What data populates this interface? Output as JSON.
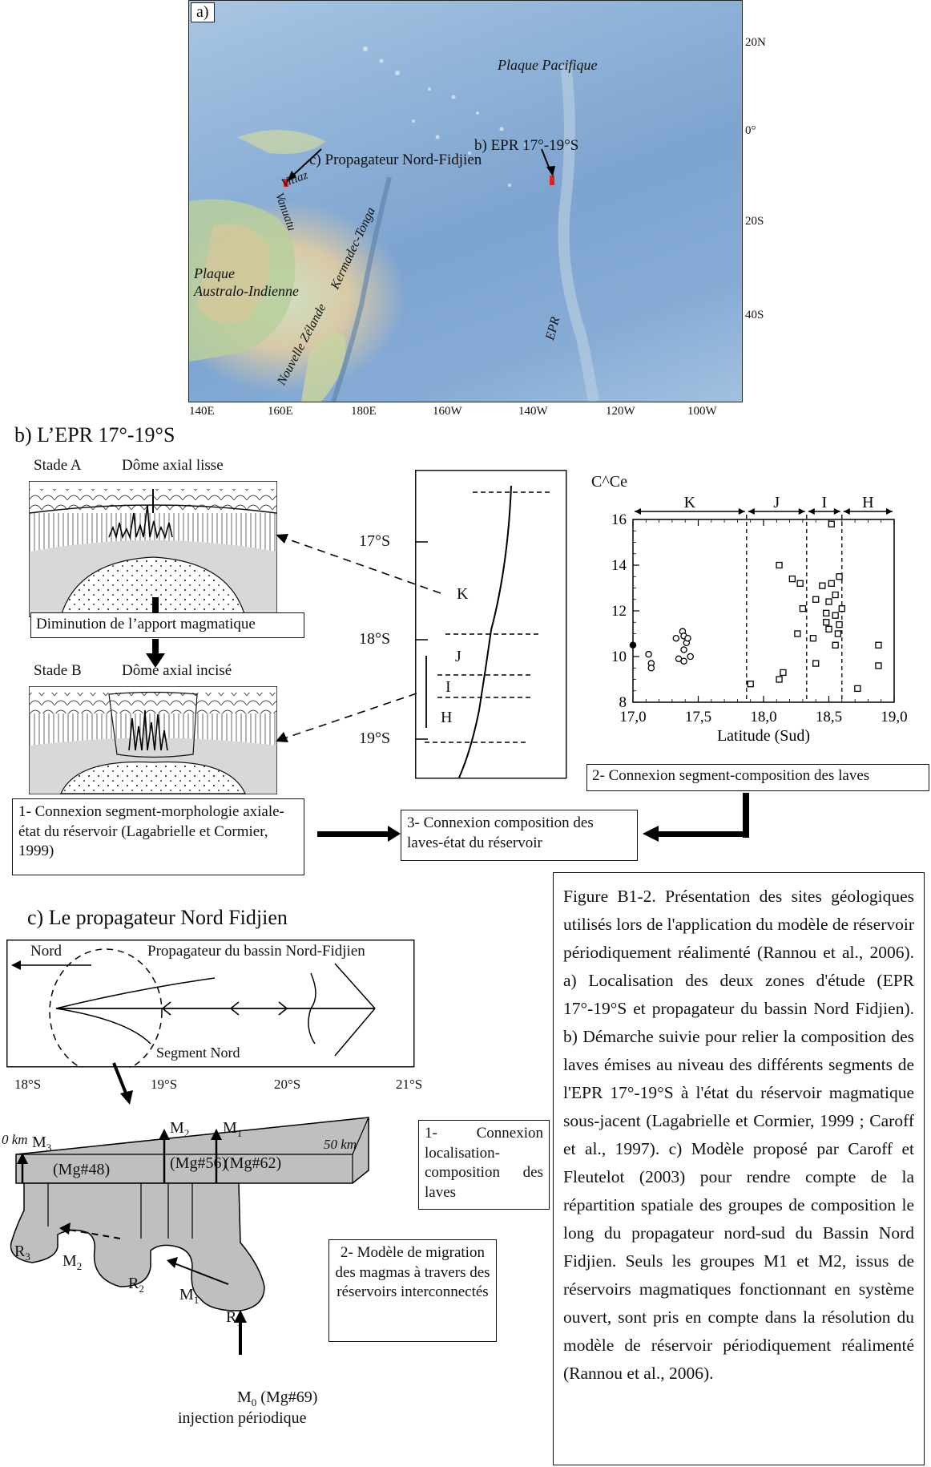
{
  "panel_a": {
    "tag": "a)",
    "labels": {
      "plaque_pacifique": "Plaque Pacifique",
      "epr_site": "b) EPR 17°-19°S",
      "propagateur": "c) Propagateur Nord-Fidjien",
      "vitiaz": "Vitiaz",
      "vanuatu": "Vanuatu",
      "kermadec": "Kermadec-Tonga",
      "nz": "Nouvelle Zélande",
      "plaque_aus": "Plaque",
      "plaque_aus2": "Australo-Indienne",
      "epr": "EPR"
    },
    "lat_ticks": [
      "20N",
      "0°",
      "20S",
      "40S"
    ],
    "lon_ticks": [
      "140E",
      "160E",
      "180E",
      "160W",
      "140W",
      "120W",
      "100W"
    ]
  },
  "panel_b": {
    "title": "b) L’EPR 17°-19°S",
    "stade_a": "Stade A",
    "dome_lisse": "Dôme axial lisse",
    "diminution": "Diminution de l’apport magmatique",
    "stade_b": "Stade B",
    "dome_incise": "Dôme axial incisé",
    "box1": "1- Connexion segment-morphologie axiale-état du réservoir (Lagabrielle et Cormier, 1999)",
    "box2": "2- Connexion segment-composition des laves",
    "box3": "3- Connexion composition des laves-état du réservoir",
    "lat_labels": [
      "17°S",
      "18°S",
      "19°S"
    ],
    "segments": [
      "K",
      "J",
      "I",
      "H"
    ]
  },
  "chart_data": {
    "type": "scatter",
    "ylabel": "C^Ce",
    "xlabel": "Latitude (Sud)",
    "xlim": [
      17.0,
      19.0
    ],
    "ylim": [
      8,
      16
    ],
    "xticks": [
      "17,0",
      "17,5",
      "18,0",
      "18,5",
      "19,0"
    ],
    "yticks": [
      "8",
      "10",
      "12",
      "14",
      "16"
    ],
    "segment_bounds": [
      17.87,
      18.33,
      18.6
    ],
    "segments": [
      "K",
      "J",
      "I",
      "H"
    ],
    "series": [
      {
        "name": "circles",
        "points": [
          [
            17.0,
            10.5
          ],
          [
            17.12,
            10.1
          ],
          [
            17.14,
            9.7
          ],
          [
            17.14,
            9.5
          ],
          [
            17.33,
            10.8
          ],
          [
            17.38,
            11.1
          ],
          [
            17.39,
            10.9
          ],
          [
            17.41,
            10.6
          ],
          [
            17.39,
            10.3
          ],
          [
            17.35,
            9.9
          ],
          [
            17.39,
            9.8
          ],
          [
            17.44,
            10.0
          ],
          [
            17.42,
            10.8
          ]
        ]
      },
      {
        "name": "squares",
        "points": [
          [
            17.9,
            8.8
          ],
          [
            18.12,
            9.0
          ],
          [
            18.15,
            9.3
          ],
          [
            18.12,
            14.0
          ],
          [
            18.22,
            13.4
          ],
          [
            18.28,
            13.2
          ],
          [
            18.26,
            11.0
          ],
          [
            18.3,
            12.1
          ],
          [
            18.38,
            10.8
          ],
          [
            18.4,
            12.5
          ],
          [
            18.4,
            9.7
          ],
          [
            18.45,
            13.1
          ],
          [
            18.48,
            11.9
          ],
          [
            18.48,
            11.5
          ],
          [
            18.5,
            12.4
          ],
          [
            18.5,
            11.2
          ],
          [
            18.52,
            15.8
          ],
          [
            18.52,
            13.2
          ],
          [
            18.55,
            12.7
          ],
          [
            18.55,
            11.8
          ],
          [
            18.57,
            11.0
          ],
          [
            18.58,
            13.5
          ],
          [
            18.58,
            11.4
          ],
          [
            18.55,
            10.5
          ],
          [
            18.72,
            8.6
          ],
          [
            18.88,
            10.5
          ],
          [
            18.88,
            9.6
          ],
          [
            18.6,
            12.1
          ]
        ]
      }
    ]
  },
  "panel_c": {
    "title": "c) Le propagateur Nord Fidjien",
    "nord": "Nord",
    "propagateur": "Propagateur du bassin Nord-Fidjien",
    "segment_nord": "Segment Nord",
    "lat_ticks": [
      "18°S",
      "19°S",
      "20°S",
      "21°S"
    ],
    "km0": "0 km",
    "km50": "50 km",
    "m3": "M",
    "m3s": "3",
    "m2": "M",
    "m2s": "2",
    "m1": "M",
    "m1s": "1",
    "mg48": "(Mg#48)",
    "mg56": "(Mg#56)",
    "mg62": "(Mg#62)",
    "r3": "R",
    "r3s": "3",
    "r2": "R",
    "r2s": "2",
    "r1": "R",
    "r1s": "1",
    "m2b": "M",
    "m2bs": "2",
    "m1b": "M",
    "m1bs": "1",
    "m0": "M",
    "m0s": "0",
    "m0rest": " (Mg#69)",
    "injection": "injection périodique",
    "box1": "1- Connexion localisation-composition des laves",
    "box2": "2- Modèle de migration des magmas à travers des réservoirs interconnectés"
  },
  "caption": "Figure B1-2. Présentation des sites géologiques utilisés lors de l'application du modèle de réservoir périodiquement réalimenté (Rannou et al., 2006). a) Localisation des deux zones d'étude (EPR 17°-19°S et propagateur du bassin Nord Fidjien). b) Démarche suivie pour relier la composition des laves émises au niveau des différents segments de l'EPR 17°-19°S à l'état du réservoir magmatique sous-jacent (Lagabrielle et Cormier, 1999 ; Caroff et al., 1997). c) Modèle proposé par Caroff et Fleutelot (2003) pour rendre compte de la répartition spatiale des groupes de composition le long du propagateur nord-sud du Bassin Nord Fidjien. Seuls les groupes M1 et M2, issus de réservoirs magmatiques fonctionnant en système ouvert, sont pris en compte dans la résolution du modèle de réservoir périodiquement réalimenté (Rannou et al., 2006)."
}
